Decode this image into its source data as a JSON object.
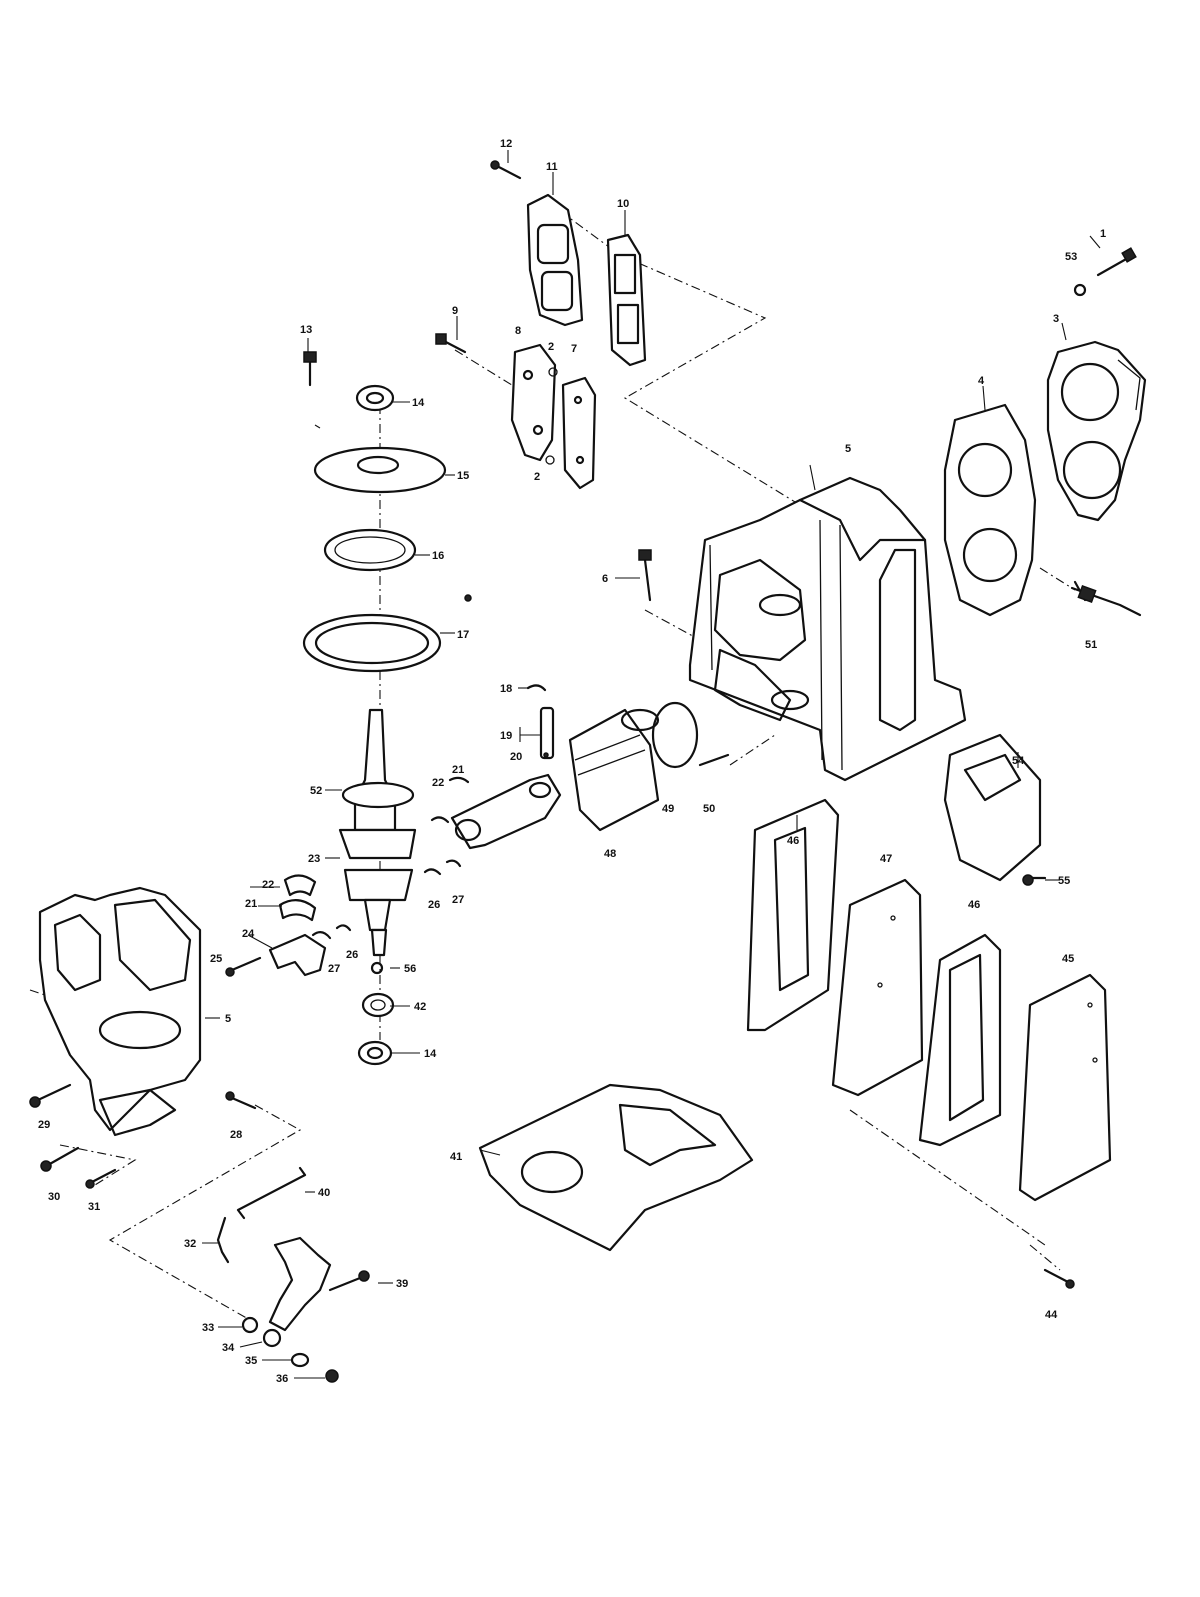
{
  "diagram": {
    "type": "exploded-parts-view",
    "callouts": [
      {
        "label": "1"
      },
      {
        "label": "53"
      },
      {
        "label": "3"
      },
      {
        "label": "4"
      },
      {
        "label": "51"
      },
      {
        "label": "12"
      },
      {
        "label": "11"
      },
      {
        "label": "10"
      },
      {
        "label": "9"
      },
      {
        "label": "8"
      },
      {
        "label": "2"
      },
      {
        "label": "7"
      },
      {
        "label": "2"
      },
      {
        "label": "13"
      },
      {
        "label": "14"
      },
      {
        "label": "15"
      },
      {
        "label": "16"
      },
      {
        "label": "17"
      },
      {
        "label": "5"
      },
      {
        "label": "6"
      },
      {
        "label": "18"
      },
      {
        "label": "19"
      },
      {
        "label": "52"
      },
      {
        "label": "22"
      },
      {
        "label": "21"
      },
      {
        "label": "20"
      },
      {
        "label": "48"
      },
      {
        "label": "49"
      },
      {
        "label": "50"
      },
      {
        "label": "23"
      },
      {
        "label": "26"
      },
      {
        "label": "27"
      },
      {
        "label": "54"
      },
      {
        "label": "46"
      },
      {
        "label": "47"
      },
      {
        "label": "55"
      },
      {
        "label": "46"
      },
      {
        "label": "45"
      },
      {
        "label": "22"
      },
      {
        "label": "21"
      },
      {
        "label": "24"
      },
      {
        "label": "26"
      },
      {
        "label": "27"
      },
      {
        "label": "25"
      },
      {
        "label": "56"
      },
      {
        "label": "5"
      },
      {
        "label": "42"
      },
      {
        "label": "14"
      },
      {
        "label": "29"
      },
      {
        "label": "28"
      },
      {
        "label": "41"
      },
      {
        "label": "30"
      },
      {
        "label": "31"
      },
      {
        "label": "40"
      },
      {
        "label": "32"
      },
      {
        "label": "39"
      },
      {
        "label": "44"
      },
      {
        "label": "33"
      },
      {
        "label": "34"
      },
      {
        "label": "35"
      },
      {
        "label": "36"
      }
    ]
  }
}
